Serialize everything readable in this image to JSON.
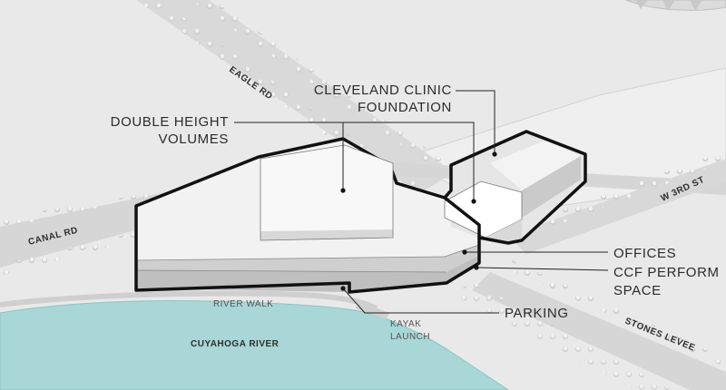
{
  "labels": {
    "ccf": [
      "CLEVELAND CLINIC",
      "FOUNDATION"
    ],
    "double_height": [
      "DOUBLE HEIGHT",
      "VOLUMES"
    ],
    "offices": "OFFICES",
    "ccf_perform": [
      "CCF PERFORM",
      "SPACE"
    ],
    "parking": "PARKING"
  },
  "places": {
    "eagle_rd": "EAGLE RD",
    "canal_rd": "CANAL RD",
    "w3rd": "W 3RD ST",
    "stones_levee": "STONES LEVEE",
    "river_walk": "RIVER WALK",
    "kayak": [
      "KAYAK",
      "LAUNCH"
    ],
    "river": "CUYAHOGA RIVER"
  },
  "colors": {
    "ground": "#e9e9e9",
    "water": "#a9d6d6",
    "building_outline": "#111111"
  }
}
